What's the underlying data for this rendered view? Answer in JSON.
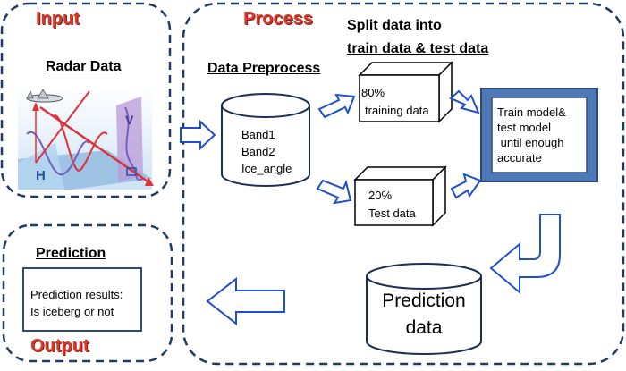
{
  "input": {
    "label": "Input",
    "radar_title": "Radar Data"
  },
  "process": {
    "label": "Process",
    "split_title_line1": "Split data into",
    "split_title_line2": "train data & test data",
    "preprocess_title": "Data Preprocess",
    "preprocess_items": [
      "Band1",
      "Band2",
      "Ice_angle"
    ],
    "train_box": {
      "pct": "80%",
      "label": "training data"
    },
    "test_box": {
      "pct": "20%",
      "label": "Test data"
    },
    "model_box_lines": [
      "Train model&",
      "test model",
      " until enough",
      "accurate"
    ],
    "prediction_db_lines": [
      "Prediction",
      "data"
    ]
  },
  "output": {
    "label": "Output",
    "prediction_title": "Prediction",
    "result_lines": [
      "Prediction results:",
      "Is iceberg or not"
    ]
  },
  "radar_image": {
    "letters": [
      "H",
      "V"
    ]
  },
  "colors": {
    "frame": "#1f3b63",
    "accent_red": "#d63a2a",
    "arrow": "#1f4fd0",
    "model_fill": "#4f79b6"
  }
}
